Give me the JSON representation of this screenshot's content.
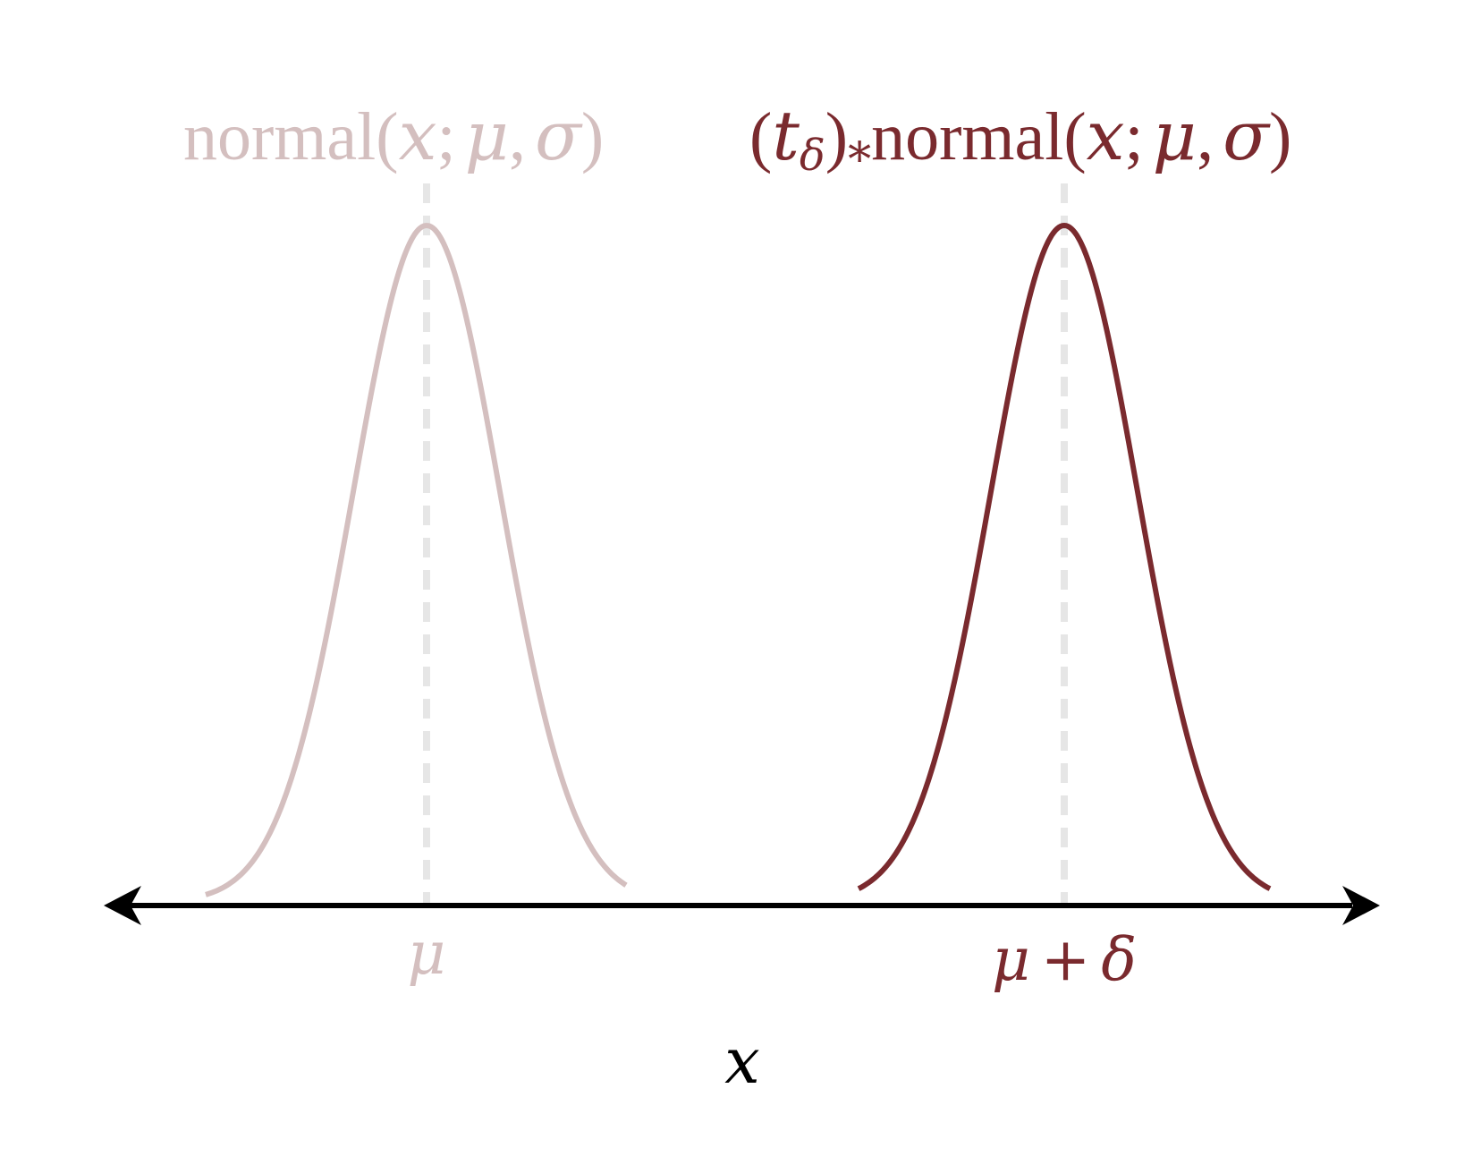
{
  "colors": {
    "original": "#d4bfbf",
    "shifted": "#7a2a2e",
    "axis": "#000000",
    "guide": "#e6e6e6"
  },
  "labels": {
    "original_curve": {
      "func": "normal",
      "open": "(",
      "x": "x",
      "semi": ";",
      "mu": "μ",
      "comma": ",",
      "sigma": "σ",
      "close": ")"
    },
    "shifted_curve": {
      "open_outer": "(",
      "t": "t",
      "delta": "δ",
      "close_outer": ")",
      "star": "*",
      "func": "normal",
      "open": "(",
      "x": "x",
      "semi": ";",
      "mu": "μ",
      "comma": ",",
      "sigma": "σ",
      "close": ")"
    },
    "tick_original": "μ",
    "tick_shifted_mu": "μ",
    "tick_shifted_plus": "+",
    "tick_shifted_delta": "δ",
    "axis_label": "x"
  }
}
